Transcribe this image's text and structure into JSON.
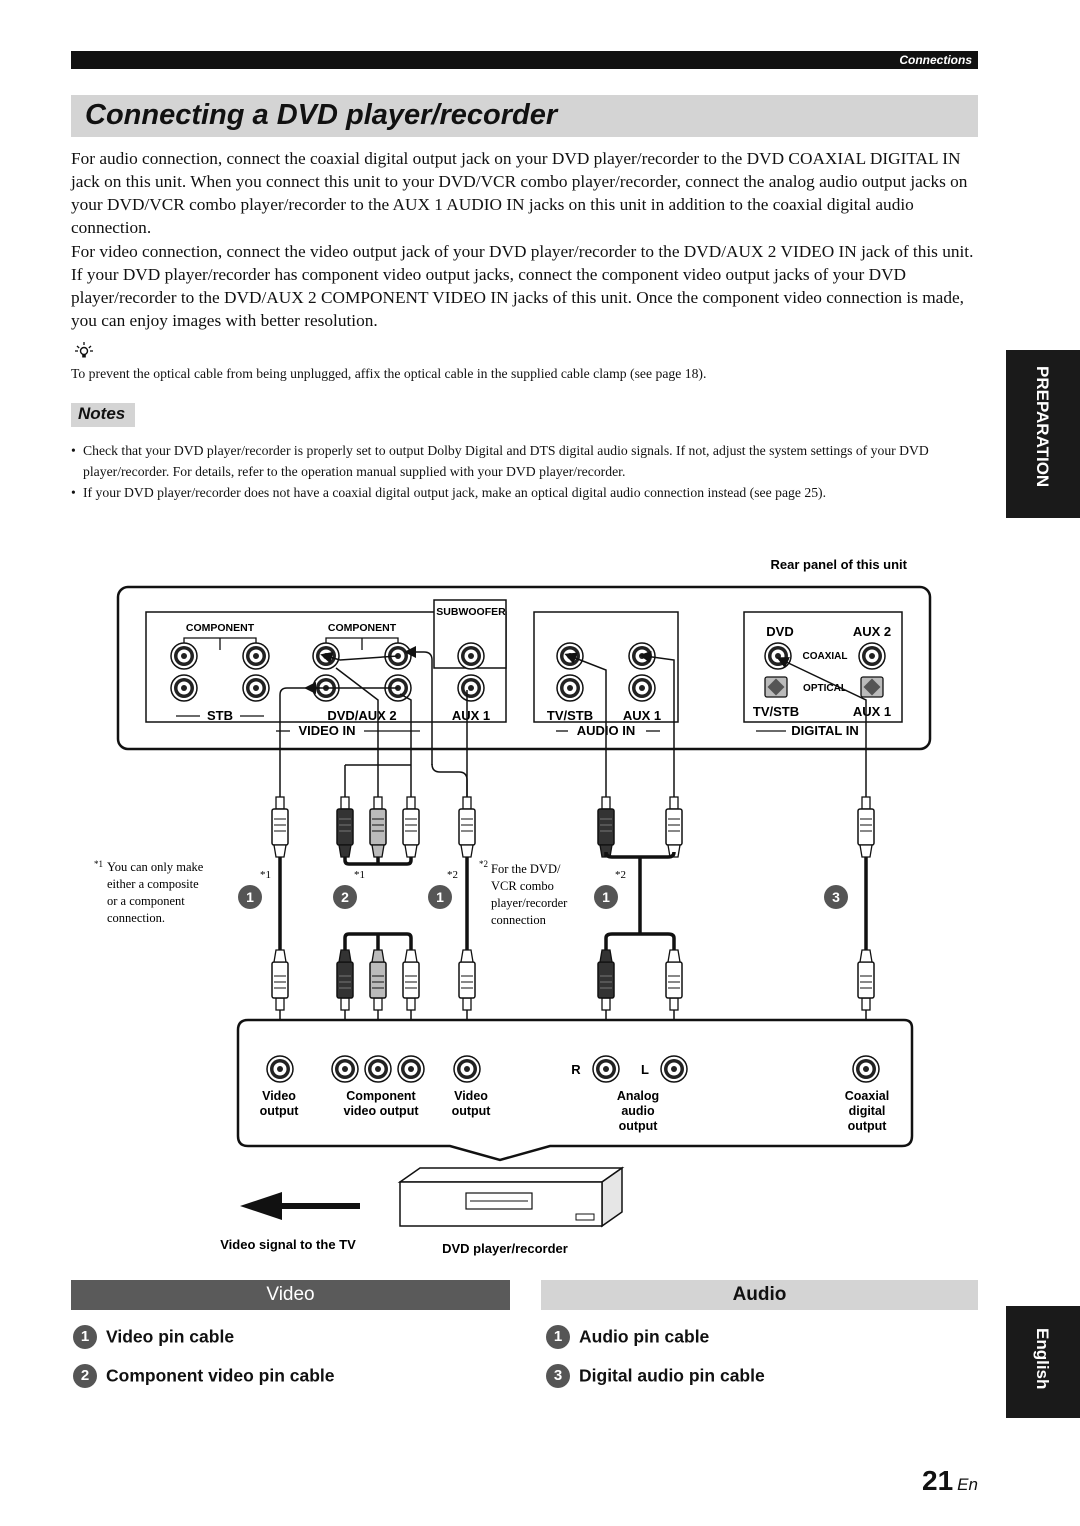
{
  "header": {
    "section_label": "Connections"
  },
  "title": "Connecting a DVD player/recorder",
  "body": {
    "p1": "For audio connection, connect the coaxial digital output jack on your DVD player/recorder to the DVD COAXIAL DIGITAL IN jack on this unit. When you connect this unit to your DVD/VCR combo player/recorder, connect the analog audio output jacks on your DVD/VCR combo player/recorder to the AUX 1 AUDIO IN jacks on this unit in addition to the coaxial digital audio connection.",
    "p2": "For video connection, connect the video output jack of your DVD player/recorder to the DVD/AUX 2 VIDEO IN jack of this unit. If your DVD player/recorder has component video output jacks, connect the component video output jacks of your DVD player/recorder to the DVD/AUX 2 COMPONENT VIDEO IN jacks of this unit. Once the component video connection is made, you can enjoy images with better resolution."
  },
  "tip": "To prevent the optical cable from being unplugged, affix the optical cable in the supplied cable clamp (see page 18).",
  "notes": {
    "label": "Notes",
    "items": [
      "Check that your DVD player/recorder is properly set to output Dolby Digital and DTS digital audio signals. If not, adjust the system settings of your DVD player/recorder. For details, refer to the operation manual supplied with your DVD player/recorder.",
      "If your DVD player/recorder does not have a coaxial digital output jack, make an optical digital audio connection instead (see page 25)."
    ]
  },
  "side_tabs": {
    "preparation": "PREPARATION",
    "english": "English"
  },
  "diagram": {
    "rear_panel_label": "Rear panel of this unit",
    "component_a": "COMPONENT",
    "component_b": "COMPONENT",
    "subwoofer": "SUBWOOFER",
    "stb": "STB",
    "dvd_aux2": "DVD/AUX 2",
    "aux1_video": "AUX 1",
    "video_in": "VIDEO IN",
    "tvstb_audio": "TV/STB",
    "aux1_audio": "AUX 1",
    "audio_in": "AUDIO IN",
    "dvd": "DVD",
    "aux2": "AUX 2",
    "coaxial": "COAXIAL",
    "optical": "OPTICAL",
    "tvstb_digital": "TV/STB",
    "aux1_digital": "AUX 1",
    "digital_in": "DIGITAL IN",
    "footnote1_mark": "*1",
    "footnote1": [
      "You can only make",
      "either a composite",
      "or a component",
      "connection."
    ],
    "footnote2_mark": "*2",
    "footnote2": [
      "For the DVD/",
      "VCR combo",
      "player/recorder",
      "connection"
    ],
    "star1": "*1",
    "star2": "*2",
    "cable_nums": [
      "1",
      "2",
      "1",
      "1",
      "3"
    ],
    "r_label": "R",
    "l_label": "L",
    "out_video": [
      "Video",
      "output"
    ],
    "out_component": [
      "Component",
      "video output"
    ],
    "out_video2": [
      "Video",
      "output"
    ],
    "out_analog": [
      "Analog",
      "audio",
      "output"
    ],
    "out_coaxial": [
      "Coaxial",
      "digital",
      "output"
    ],
    "video_signal_label": "Video signal to the TV",
    "dvd_recorder_label": "DVD player/recorder"
  },
  "sections": {
    "video": {
      "title": "Video",
      "items": [
        {
          "num": "1",
          "label": "Video pin cable"
        },
        {
          "num": "2",
          "label": "Component video pin cable"
        }
      ]
    },
    "audio": {
      "title": "Audio",
      "items": [
        {
          "num": "1",
          "label": "Audio pin cable"
        },
        {
          "num": "3",
          "label": "Digital audio pin cable"
        }
      ]
    }
  },
  "page": {
    "number": "21",
    "lang": "En"
  },
  "colors": {
    "tab_dark": "#1a1a1a",
    "video_bar": "#5a5a5a",
    "audio_bar": "#d4d4d4",
    "title_bar": "#d4d4d4"
  }
}
